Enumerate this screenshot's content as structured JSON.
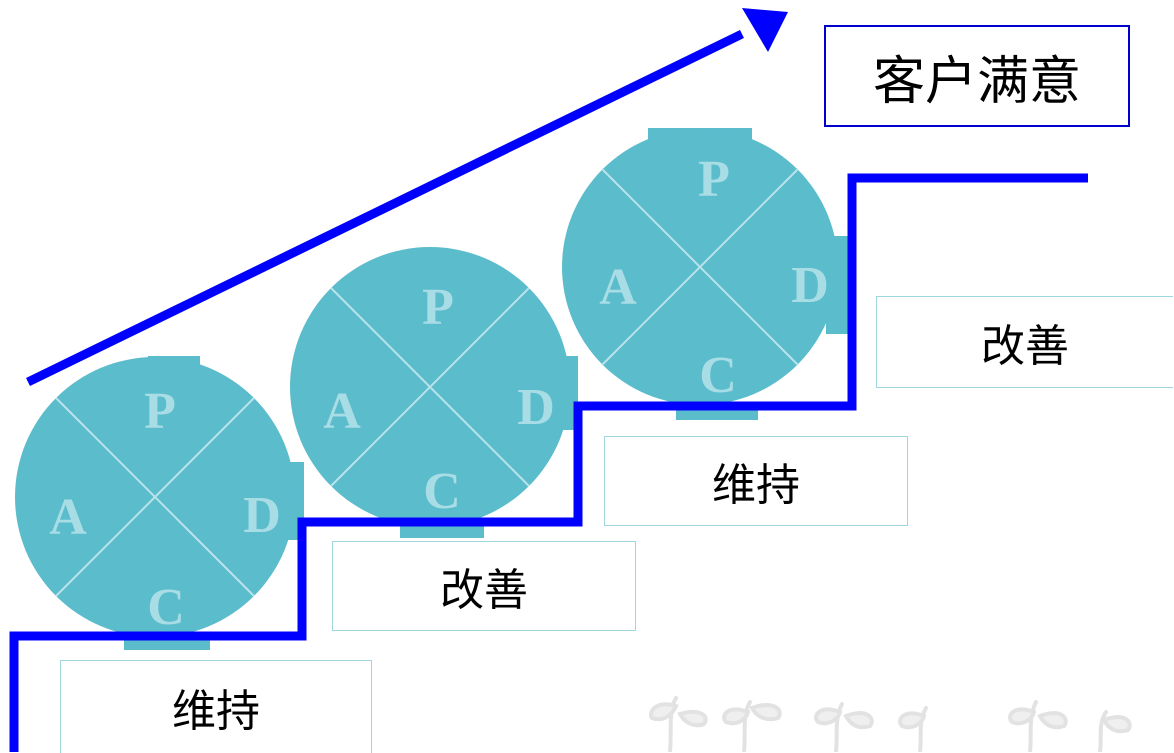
{
  "title": "客户满意",
  "steps": [
    {
      "label": "维持",
      "cycle": [
        "P",
        "D",
        "C",
        "A"
      ]
    },
    {
      "label": "改善",
      "cycle": [
        "P",
        "D",
        "C",
        "A"
      ]
    },
    {
      "label": "维持",
      "cycle": [
        "P",
        "D",
        "C",
        "A"
      ]
    },
    {
      "label": "改善"
    }
  ],
  "colors": {
    "stair": "#0000ff",
    "arrow": "#0000ff",
    "circle_fill": "#5bbccc",
    "letter": "#a8dde6",
    "divider": "#b9e3ea",
    "box_border": "#9fd6e0",
    "title_border": "#0000cc"
  },
  "decoration": "sprout-watermark-icon"
}
